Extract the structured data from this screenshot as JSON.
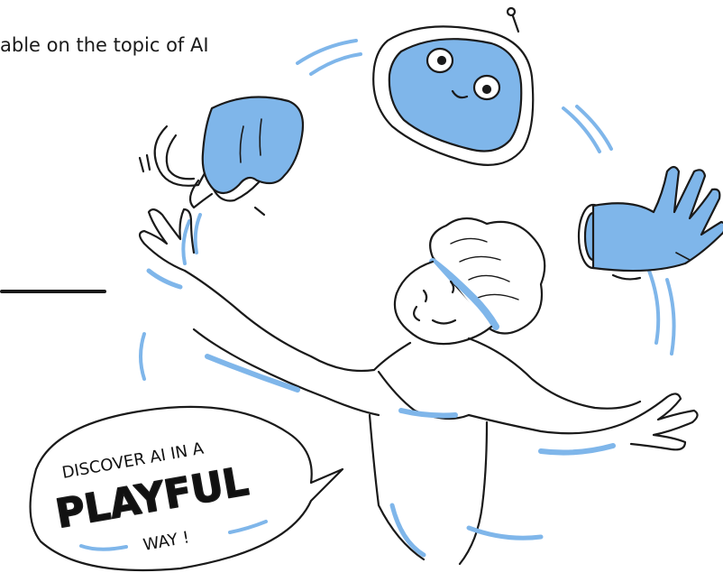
{
  "intro": {
    "text": "able on the topic of AI"
  },
  "speech_bubble": {
    "line1": "DISCOVER AI IN A",
    "line2": "PLAYFUL",
    "line3": "WAY !"
  },
  "colors": {
    "accent_blue": "#7fb6ea",
    "ink": "#1a1a1a",
    "background": "#ffffff"
  },
  "icons": {
    "vr_headset": "vr-headset-icon",
    "robot_head": "robot-head-icon",
    "robot_hand": "robot-hand-icon"
  }
}
